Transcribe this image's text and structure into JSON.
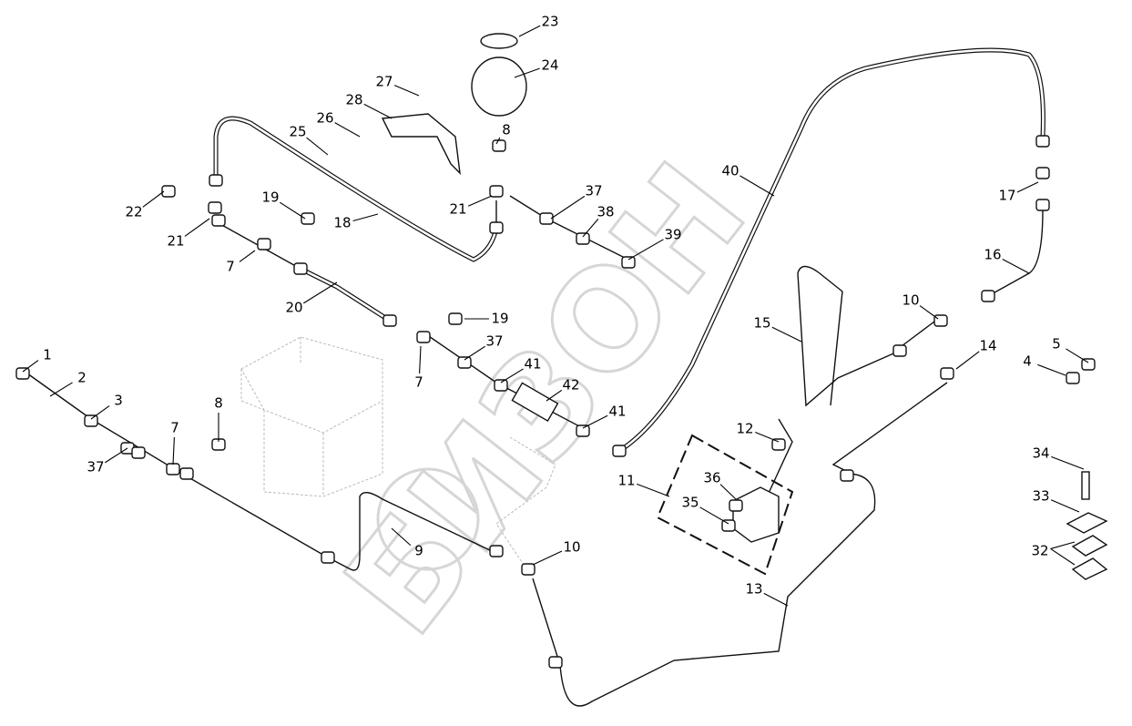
{
  "diagram": {
    "watermark": "БИЗОН",
    "callouts": [
      "1",
      "2",
      "3",
      "37",
      "7",
      "8",
      "9",
      "10",
      "13",
      "11",
      "12",
      "36",
      "35",
      "34",
      "33",
      "32",
      "4",
      "5",
      "14",
      "10",
      "16",
      "17",
      "15",
      "40",
      "41",
      "42",
      "41",
      "37",
      "19",
      "7",
      "20",
      "7",
      "21",
      "22",
      "19",
      "18",
      "25",
      "26",
      "28",
      "27",
      "23",
      "24",
      "8",
      "21",
      "37",
      "38",
      "39"
    ]
  }
}
